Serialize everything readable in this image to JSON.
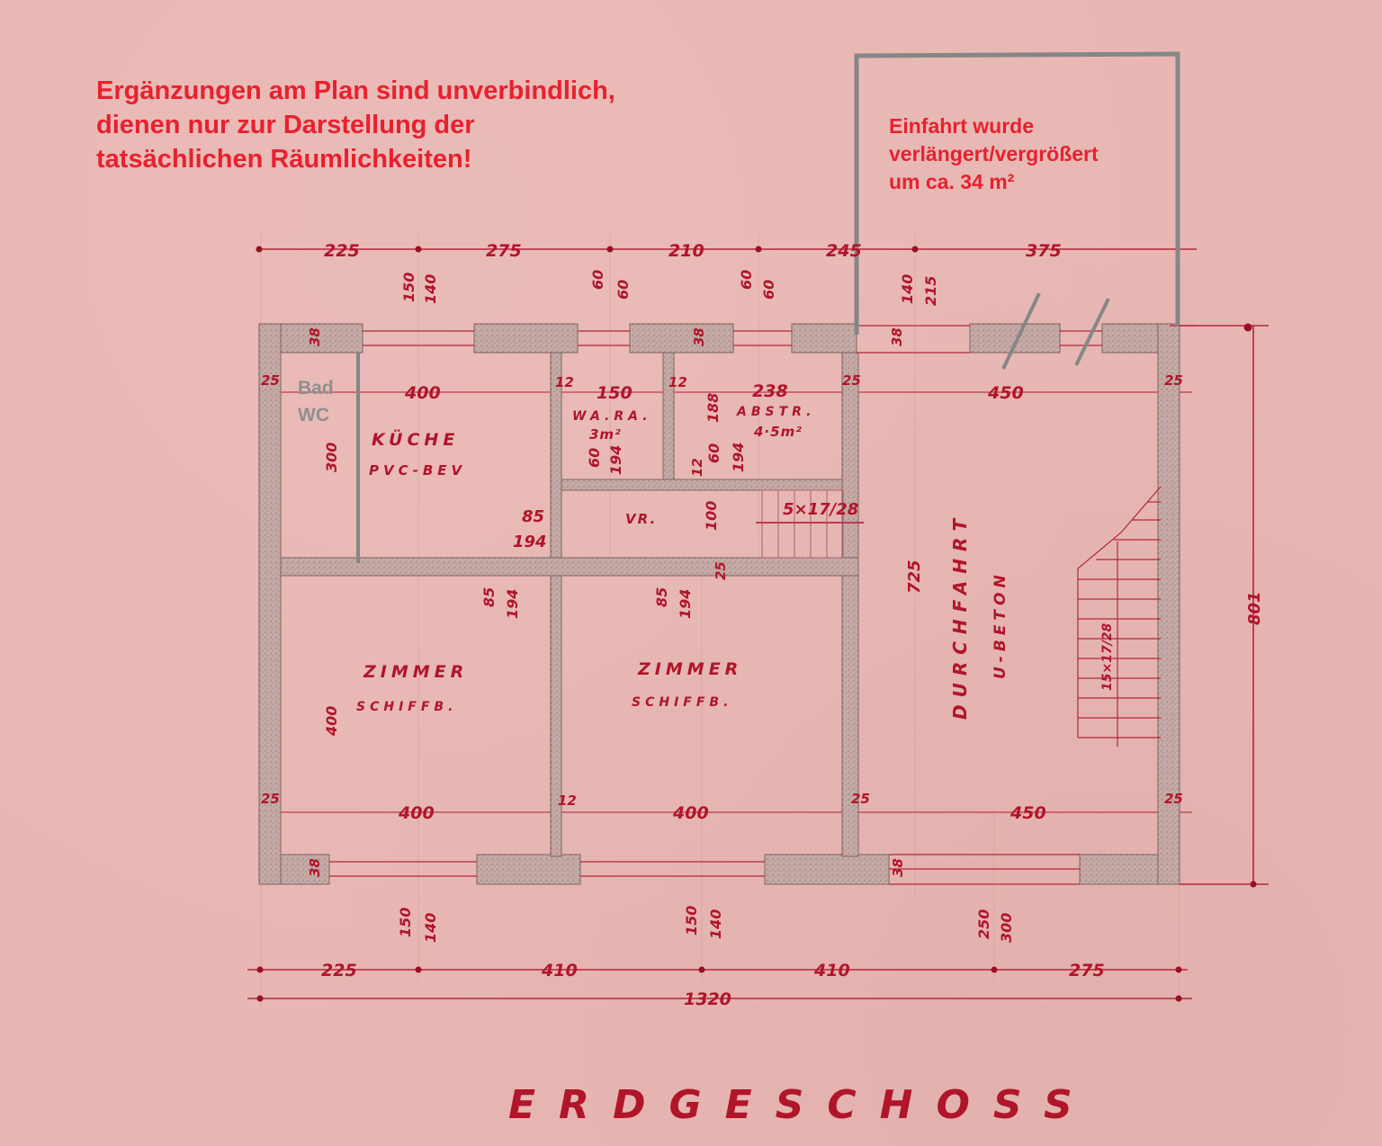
{
  "annotations": {
    "disclaimer_lines": [
      "Ergänzungen am Plan sind unverbindlich,",
      "dienen nur zur Darstellung der",
      "tatsächlichen Räumlichkeiten!"
    ],
    "extension_note_lines": [
      "Einfahrt wurde",
      "verlängert/vergrößert",
      "um ca. 34 m²"
    ],
    "added_room_label_lines": [
      "Bad",
      "WC"
    ]
  },
  "plan": {
    "title": "ERDGESCHOSS",
    "rooms": {
      "kueche": {
        "name": "KÜCHE",
        "floor": "PVC-BEV",
        "width": "400",
        "height": "300"
      },
      "wara": {
        "name": "WA.RA.",
        "area": "3m²",
        "width": "150",
        "door_w": "60",
        "door_h": "194"
      },
      "abstr": {
        "name": "ABSTR.",
        "area": "4·5m²",
        "width": "238",
        "door_w": "60",
        "door_h": "194",
        "depth": "188"
      },
      "vr": {
        "name": "VR.",
        "door_w": "85",
        "door_h": "194",
        "depth": "100"
      },
      "zimmer1": {
        "name": "ZIMMER",
        "floor": "SCHIFFB.",
        "width": "400",
        "height": "400",
        "door_w": "85",
        "door_h": "194"
      },
      "zimmer2": {
        "name": "ZIMMER",
        "floor": "SCHIFFB.",
        "width": "400",
        "door_w": "85",
        "door_h": "194"
      },
      "durchfahrt": {
        "name": "DURCHFAHRT",
        "floor": "U-BETON",
        "width": "450",
        "length": "725"
      }
    },
    "stairs": {
      "upper": "5×17/28",
      "main": "15×17/28"
    },
    "dimensions": {
      "top_chain": [
        "225",
        "275",
        "210",
        "245",
        "375"
      ],
      "top_openings": [
        {
          "a": "150",
          "b": "140"
        },
        {
          "a": "60",
          "b": "60"
        },
        {
          "a": "60",
          "b": "60"
        },
        {
          "a": "140",
          "b": "215"
        }
      ],
      "bottom_chain": [
        "225",
        "410",
        "410",
        "275"
      ],
      "bottom_total": "1320",
      "bottom_openings": [
        {
          "a": "150",
          "b": "140"
        },
        {
          "a": "150",
          "b": "140"
        },
        {
          "a": "250",
          "b": "300"
        }
      ],
      "inner_top": [
        "400",
        "150",
        "238",
        "450"
      ],
      "inner_bottom": [
        "400",
        "400",
        "450"
      ],
      "wall_thickness": {
        "outer": "25",
        "inner": "12",
        "outer_wall": "38"
      },
      "total_depth": "801",
      "vr_width": "85",
      "vr_height": "194"
    }
  },
  "colors": {
    "paper": "#e8b7b3",
    "ink": "#b0152a",
    "annotation_red": "#e8212f",
    "annotation_grey": "#8a8a8a",
    "wall": "#c9a9a4"
  }
}
